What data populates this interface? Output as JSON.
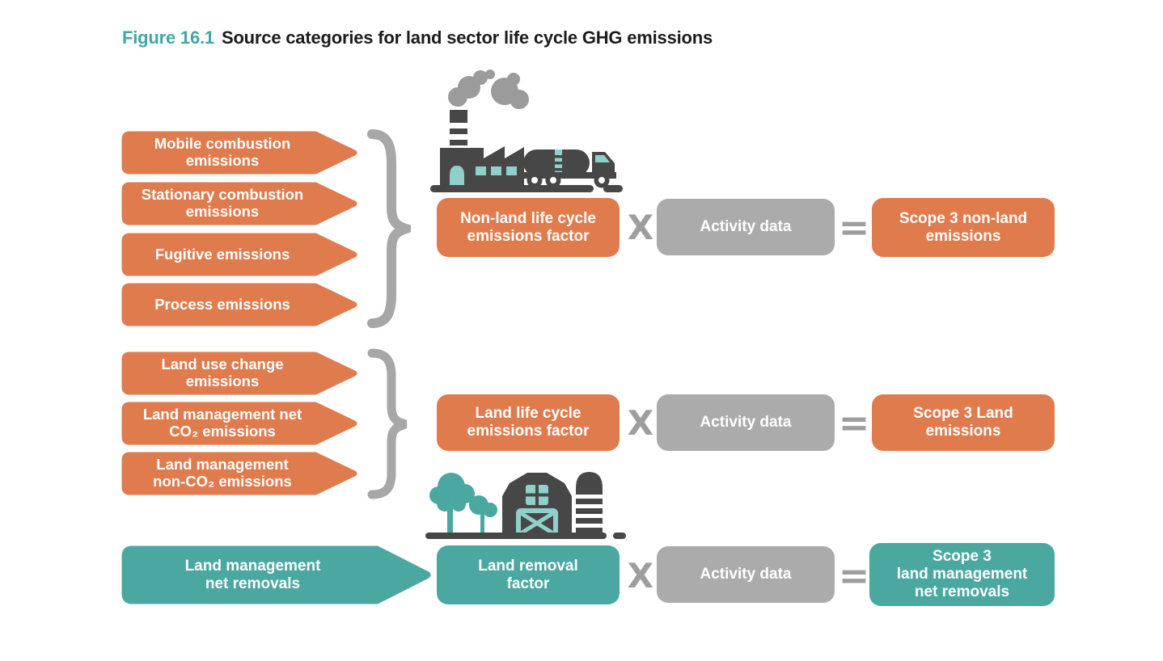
{
  "title": {
    "figure_label": "Figure 16.1",
    "text": "Source categories for land sector life cycle GHG emissions"
  },
  "symbols": {
    "multiply": "X",
    "equals": "="
  },
  "colors": {
    "orange": "#e07b4d",
    "teal": "#4aa8a1",
    "teal_title": "#3fa8a2",
    "gray_box": "#ababab",
    "gray_symbol": "#9e9e9e",
    "brace_gray": "#a7a7a7",
    "icon_dark": "#474747",
    "icon_teal_light": "#8fd0ca",
    "smoke_gray": "#9b9b9b",
    "text_white": "#ffffff",
    "title_dark": "#1c1c1c"
  },
  "icons": {
    "factory": "factory-with-tanker-truck",
    "barn": "trees-barn-and-silo",
    "brace": "right-curly-brace"
  },
  "non_land": {
    "sources": [
      "Mobile combustion\nemissions",
      "Stationary combustion\nemissions",
      "Fugitive emissions",
      "Process emissions"
    ],
    "factor": "Non-land life cycle\nemissions factor",
    "activity": "Activity data",
    "result": "Scope 3 non-land\nemissions"
  },
  "land": {
    "sources": [
      "Land use change\nemissions",
      "Land management net\nCO₂ emissions",
      "Land management\nnon-CO₂ emissions"
    ],
    "factor": "Land life cycle\nemissions factor",
    "activity": "Activity data",
    "result": "Scope 3 Land\nemissions"
  },
  "removals": {
    "source": "Land management\nnet removals",
    "factor": "Land removal\nfactor",
    "activity": "Activity data",
    "result": "Scope 3\nland management\nnet removals"
  }
}
